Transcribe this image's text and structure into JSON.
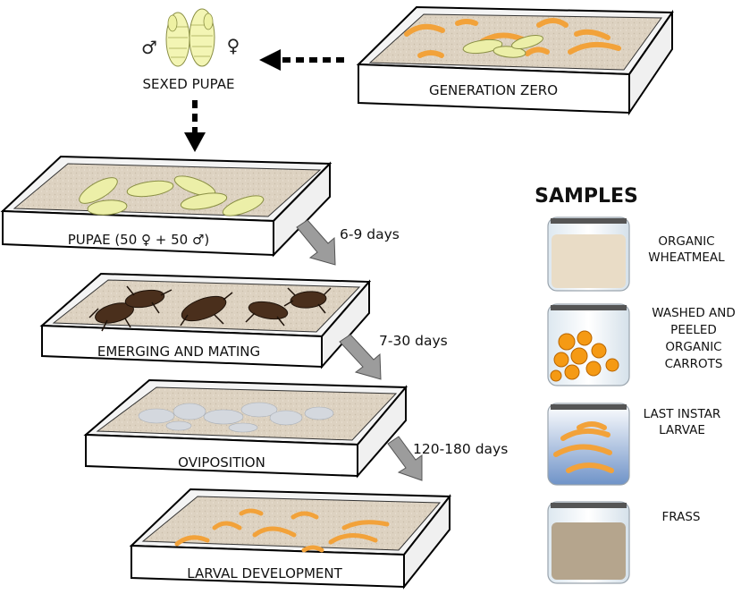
{
  "labels": {
    "generation_zero": "GENERATION ZERO",
    "sexed_pupae": "SEXED PUPAE",
    "male_symbol": "♂",
    "female_symbol": "♀",
    "pupae": "PUPAE (50 ♀ + 50 ♂)",
    "emerging": "EMERGING AND MATING",
    "oviposition": "OVIPOSITION",
    "larval": "LARVAL DEVELOPMENT"
  },
  "durations": {
    "d1": "6-9 days",
    "d2": "7-30 days",
    "d3": "120-180 days"
  },
  "samples": {
    "title": "SAMPLES",
    "items": [
      {
        "line1": "ORGANIC",
        "line2": "WHEATMEAL",
        "line3": ""
      },
      {
        "line1": "WASHED AND",
        "line2": "PEELED",
        "line3": "ORGANIC",
        "line4": "CARROTS"
      },
      {
        "line1": "LAST INSTAR",
        "line2": "LARVAE",
        "line3": ""
      },
      {
        "line1": "FRASS",
        "line2": "",
        "line3": ""
      }
    ]
  },
  "colors": {
    "tray_fill": "#ddd2c1",
    "larva": "#f2a23a",
    "pupa": "#ecefa8",
    "beetle": "#4a2f1c",
    "arrow_gray": "#9c9c9c",
    "wheatmeal": "#e9dcc6",
    "frass": "#b5a58d"
  }
}
